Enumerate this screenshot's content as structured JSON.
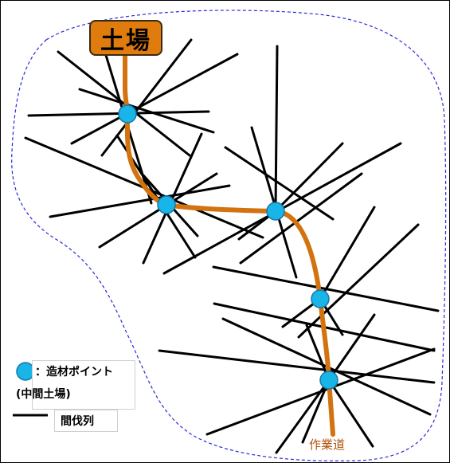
{
  "colors": {
    "road": "#d2730f",
    "landing_fill": "#e07b0e",
    "point_fill": "#19b4e8",
    "point_stroke": "#1577a8",
    "boundary": "#2a2ad8",
    "thinning": "#000000"
  },
  "landing": {
    "label": "土場"
  },
  "road": {
    "label": "作業道"
  },
  "legend": {
    "point_label_1": "：造材ポイント",
    "point_label_2": "(中間土場)",
    "thinning_label": "間伐列"
  }
}
